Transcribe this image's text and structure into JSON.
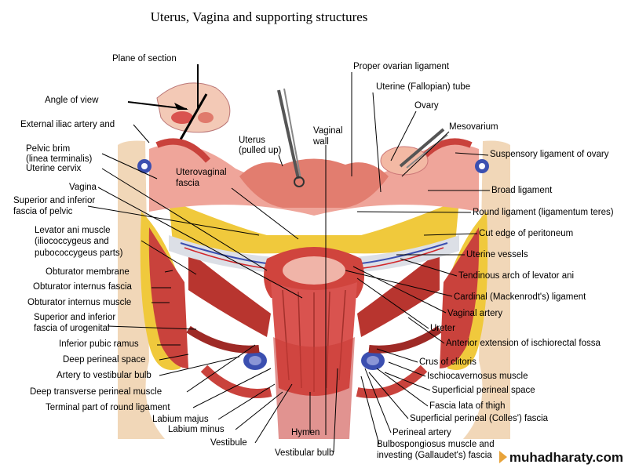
{
  "title": "Uterus, Vagina and supporting structures",
  "watermark": "muhadharaty.com",
  "labels": {
    "plane_of_section": "Plane of section",
    "angle_of_view": "Angle of view",
    "external_iliac": "External iliac artery and",
    "pelvic_brim_1": "Pelvic brim",
    "pelvic_brim_2": "(linea terminalis)",
    "uterine_cervix": "Uterine cervix",
    "vagina": "Vagina",
    "sup_inf_pelvic_1": "Superior and inferior",
    "sup_inf_pelvic_2": "fascia of pelvic",
    "levator_1": "Levator ani muscle",
    "levator_2": "(iliococcygeus and",
    "levator_3": "pubococcygeus parts)",
    "obturator_membrane": "Obturator membrane",
    "obturator_fascia": "Obturator internus fascia",
    "obturator_muscle": "Obturator internus muscle",
    "sup_inf_urogenital_1": "Superior and inferior",
    "sup_inf_urogenital_2": "fascia of urogenital",
    "inferior_pubic_ramus": "Inferior pubic ramus",
    "deep_perineal_space": "Deep perineal space",
    "artery_vestibular_bulb": "Artery to vestibular bulb",
    "deep_transverse": "Deep transverse perineal muscle",
    "terminal_round": "Terminal part of round ligament",
    "labium_majus": "Labium majus",
    "labium_minus": "Labium minus",
    "vestibule": "Vestibule",
    "uterus_1": "Uterus",
    "uterus_2": "(pulled up)",
    "uterovaginal_1": "Uterovaginal",
    "uterovaginal_2": "fascia",
    "vaginal_wall_1": "Vaginal",
    "vaginal_wall_2": "wall",
    "hymen": "Hymen",
    "vestibular_bulb": "Vestibular bulb",
    "proper_ovarian": "Proper ovarian ligament",
    "uterine_tube": "Uterine (Fallopian) tube",
    "ovary": "Ovary",
    "mesovarium": "Mesovarium",
    "suspensory": "Suspensory ligament of ovary",
    "broad": "Broad ligament",
    "round": "Round ligament (ligamentum teres)",
    "cut_edge": "Cut edge of peritoneum",
    "uterine_vessels": "Uterine vessels",
    "tendinous_arch": "Tendinous arch of levator ani",
    "cardinal": "Cardinal (Mackenrodt's) ligament",
    "vaginal_artery": "Vaginal artery",
    "ureter": "Ureter",
    "anterior_extension": "Anterior extension of ischiorectal fossa",
    "crus_clitoris": "Crus of clitoris",
    "ischiocavernosus": "Ischiocavernosus muscle",
    "superficial_space": "Superficial perineal space",
    "fascia_lata": "Fascia lata of thigh",
    "colles": "Superficial perineal (Colles') fascia",
    "perineal_artery": "Perineal artery",
    "bulbospongiosus_1": "Bulbospongiosus muscle and",
    "bulbospongiosus_2": "investing (Gallaudet's) fascia"
  },
  "colors": {
    "muscle": "#c9423c",
    "muscle_dark": "#9e2a26",
    "fat": "#f0c93c",
    "tissue_pink": "#efa59a",
    "fascia": "#dcdfe6",
    "vein_blue": "#3b4fb0",
    "artery_red": "#d2262a"
  }
}
